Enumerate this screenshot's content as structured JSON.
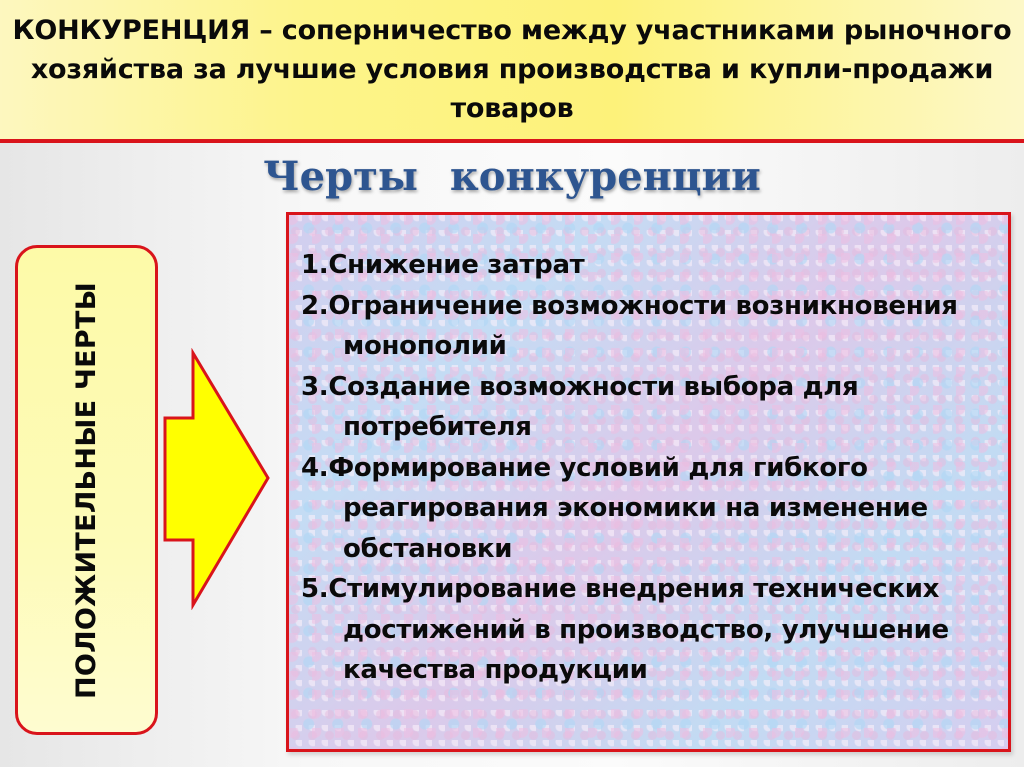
{
  "header": {
    "title": "КОНКУРЕНЦИЯ – соперничество между участниками рыночного хозяйства за лучшие условия производства и купли-продажи товаров"
  },
  "subtitle": "Черты  конкуренции",
  "left_panel": {
    "label": "ПОЛОЖИТЕЛЬНЫЕ ЧЕРТЫ"
  },
  "arrow": {
    "icon": "right-arrow-icon",
    "fill": "#ffff00",
    "stroke": "#d9141b"
  },
  "features": [
    "1.Снижение затрат",
    "2.Ограничение возможности возникновения монополий",
    "3.Создание возможности выбора для потребителя",
    "4.Формирование условий для гибкого реагирования экономики на изменение обстановки",
    "5.Стимулирование внедрения технических достижений в производство, улучшение качества продукции"
  ],
  "colors": {
    "accent_red": "#d9141b",
    "title_yellow": "#fdf48a",
    "subtitle_blue": "#2e5590",
    "arrow_yellow": "#ffff00"
  }
}
